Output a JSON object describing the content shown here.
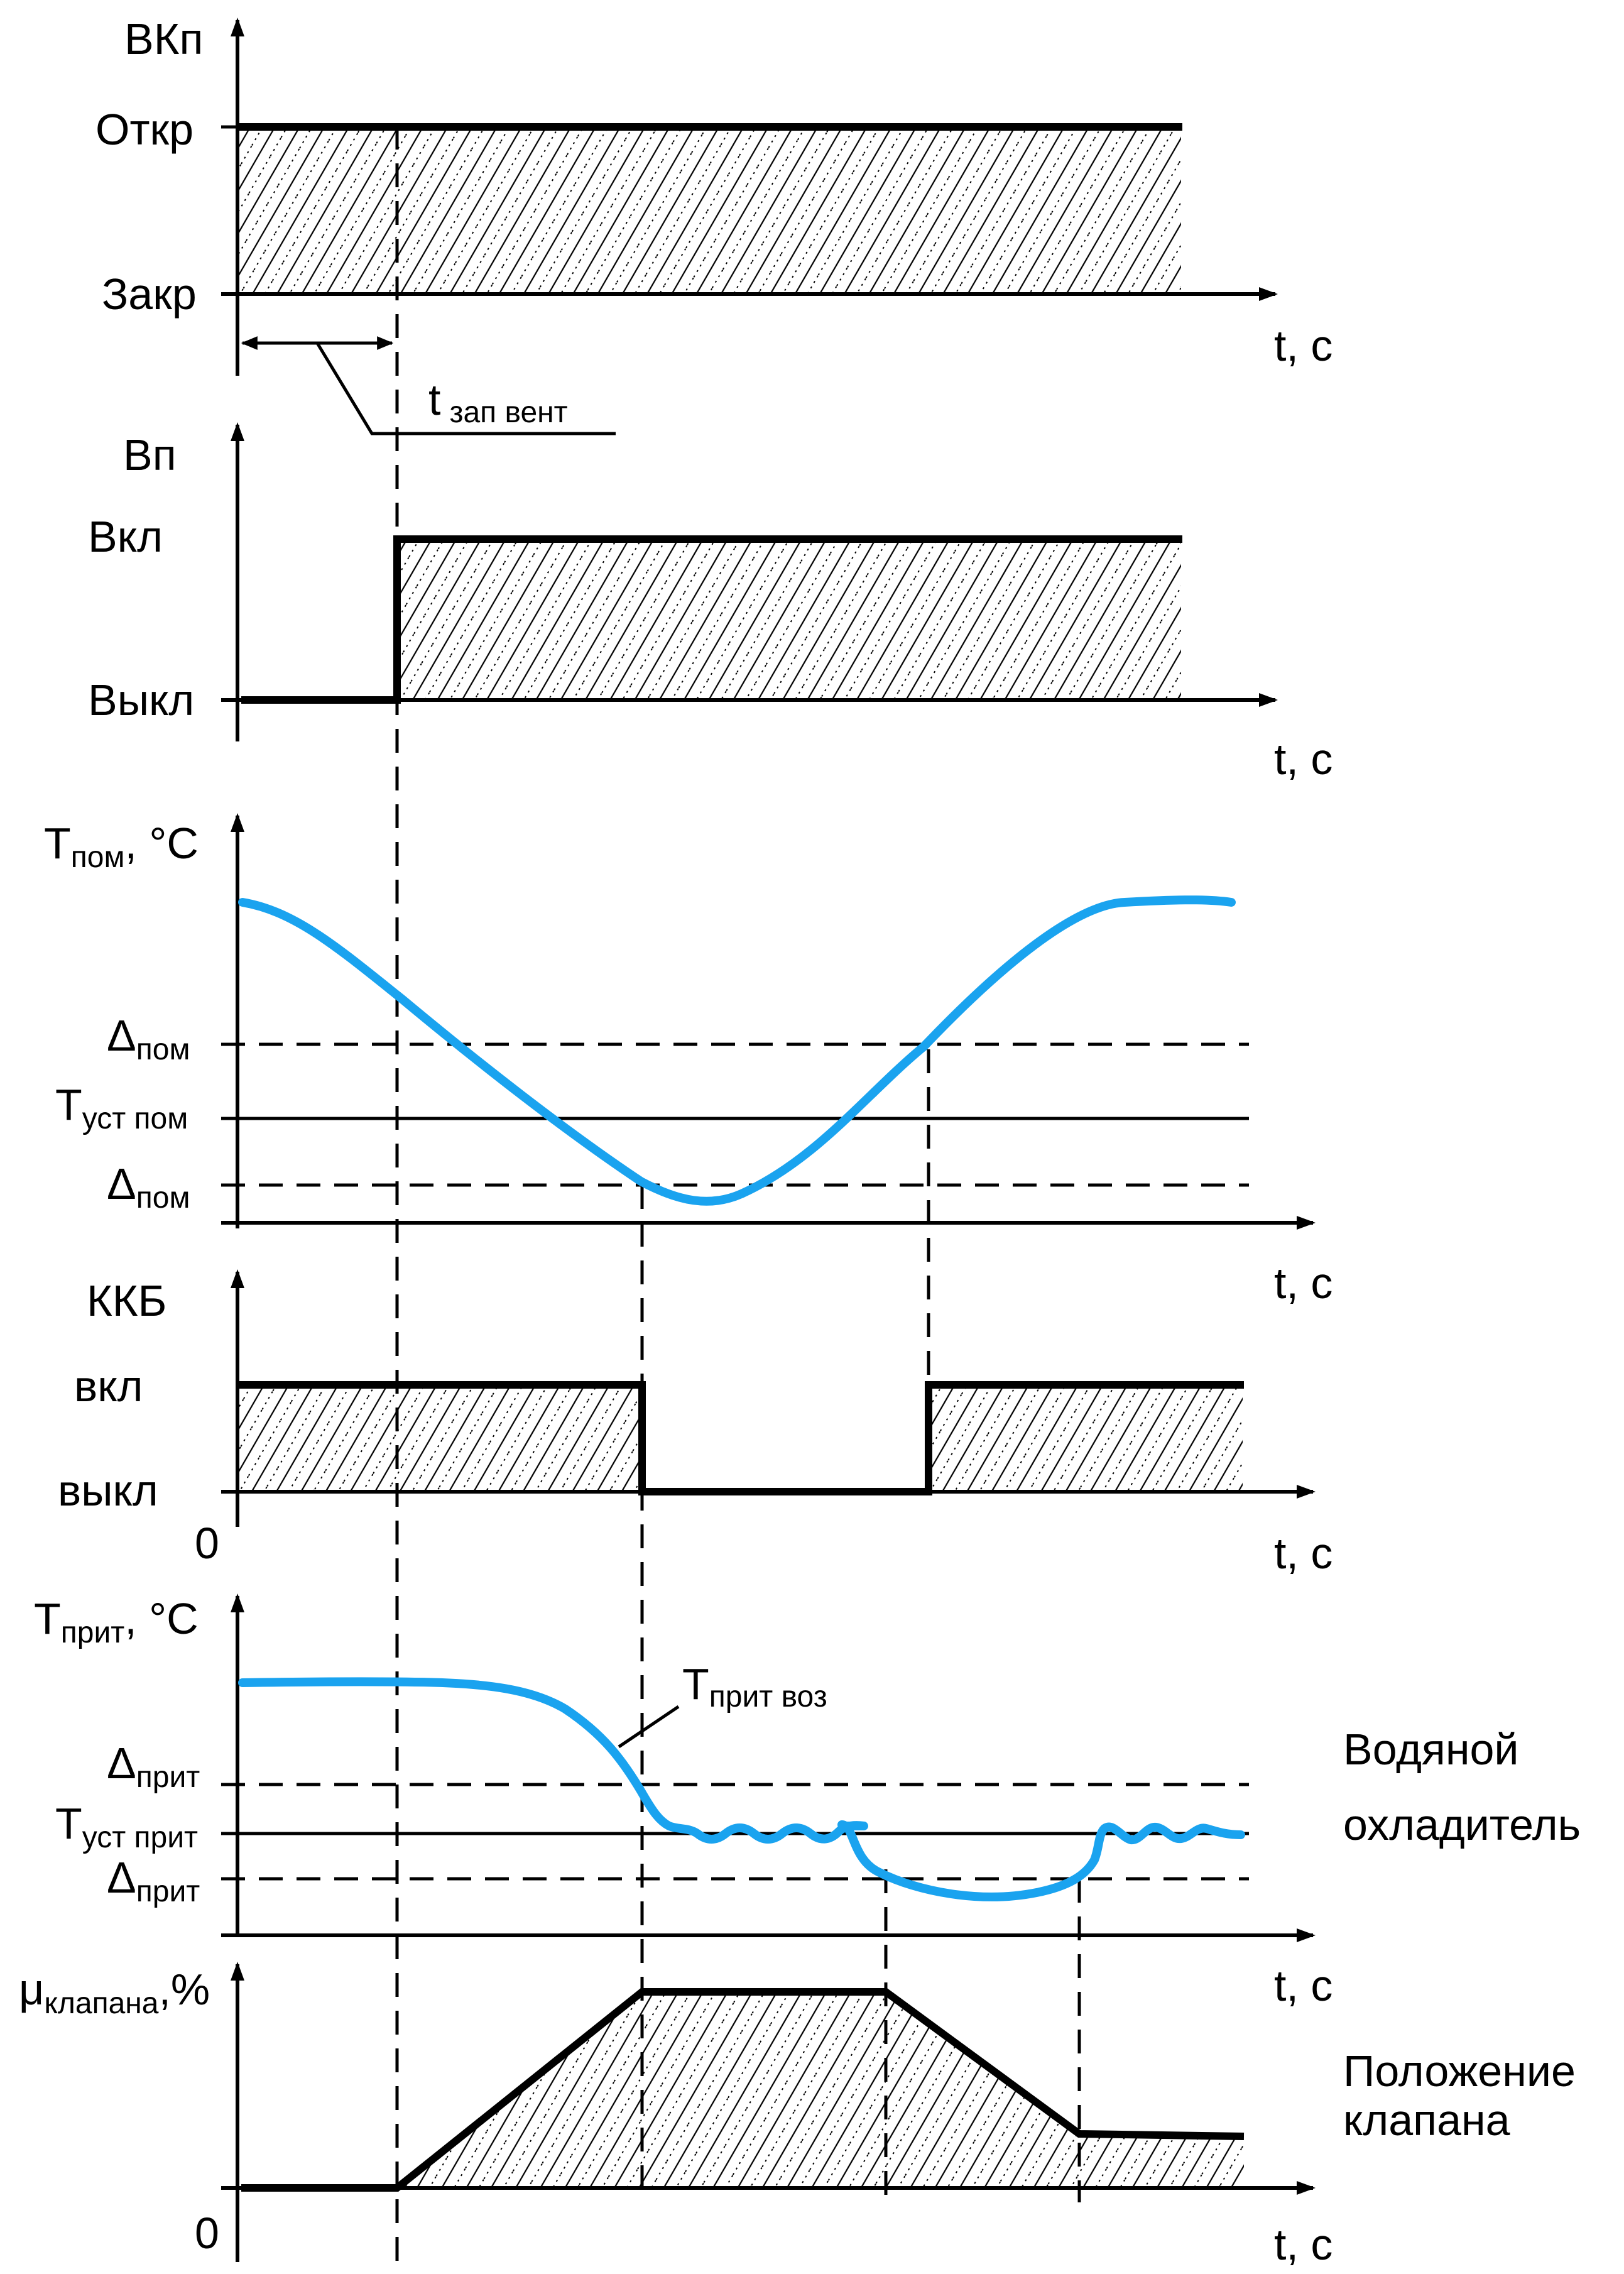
{
  "colors": {
    "curve": "#1aa3ef",
    "line": "#000000"
  },
  "common": {
    "time_axis": "t, с"
  },
  "damper": {
    "axis": "ВКп",
    "open": "Откр",
    "closed": "Закр",
    "delay_label": "t",
    "delay_sub": "зап вент"
  },
  "fan": {
    "axis": "Вп",
    "on": "Вкл",
    "off": "Выкл"
  },
  "room": {
    "axis": "T",
    "axis_sub": "пом",
    "axis_unit": ", °C",
    "delta_top": "Δ",
    "delta_top_sub": "пом",
    "setpoint": "T",
    "setpoint_sub": "уст пом",
    "delta_bottom": "Δ",
    "delta_bottom_sub": "пом"
  },
  "compressor": {
    "axis": "ККБ",
    "on": "вкл",
    "off": "выкл",
    "zero": "0"
  },
  "supply": {
    "axis": "T",
    "axis_sub": "прит",
    "axis_unit": ", °C",
    "curve_label": "T",
    "curve_label_sub": "прит воз",
    "delta_top": "Δ",
    "delta_top_sub": "прит",
    "setpoint": "T",
    "setpoint_sub": "уст прит",
    "delta_bottom": "Δ",
    "delta_bottom_sub": "прит",
    "side_note": [
      "Водяной",
      "охладитель"
    ]
  },
  "valve": {
    "axis": "μ",
    "axis_sub": "клапана",
    "axis_unit": ",%",
    "zero": "0",
    "side_note": [
      "Положение",
      "клапана"
    ]
  }
}
